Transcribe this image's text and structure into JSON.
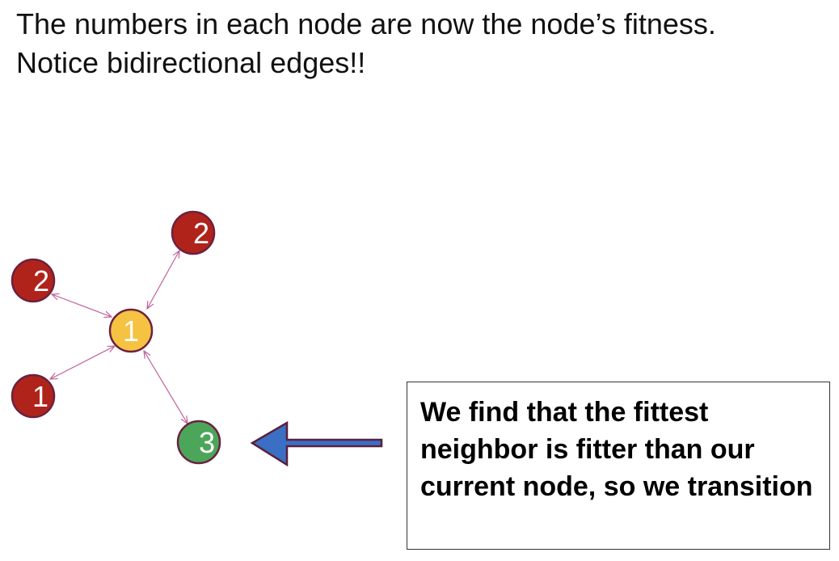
{
  "heading": {
    "line1": "The numbers in each node are now the node’s fitness.",
    "line2": "Notice bidirectional edges!!"
  },
  "diagram": {
    "nodes": [
      {
        "id": "center",
        "label": "1",
        "color": "#f5c242",
        "role": "current"
      },
      {
        "id": "top-right",
        "label": "2",
        "color": "#b0231b"
      },
      {
        "id": "left",
        "label": "2",
        "color": "#b0231b"
      },
      {
        "id": "bottom-left",
        "label": "1",
        "color": "#b0231b"
      },
      {
        "id": "bottom",
        "label": "3",
        "color": "#4ca65a",
        "role": "fittest-neighbor"
      }
    ],
    "edges": [
      {
        "from": "center",
        "to": "top-right",
        "bidirectional": true
      },
      {
        "from": "center",
        "to": "left",
        "bidirectional": true
      },
      {
        "from": "center",
        "to": "bottom-left",
        "bidirectional": true
      },
      {
        "from": "center",
        "to": "bottom",
        "bidirectional": true
      }
    ],
    "node_stroke_color": "#6b2140",
    "edge_color": "#c0609a",
    "arrow_color": "#3a6fc4"
  },
  "callout": {
    "text": "We find that the fittest neighbor is fitter than our current node, so we transition"
  }
}
